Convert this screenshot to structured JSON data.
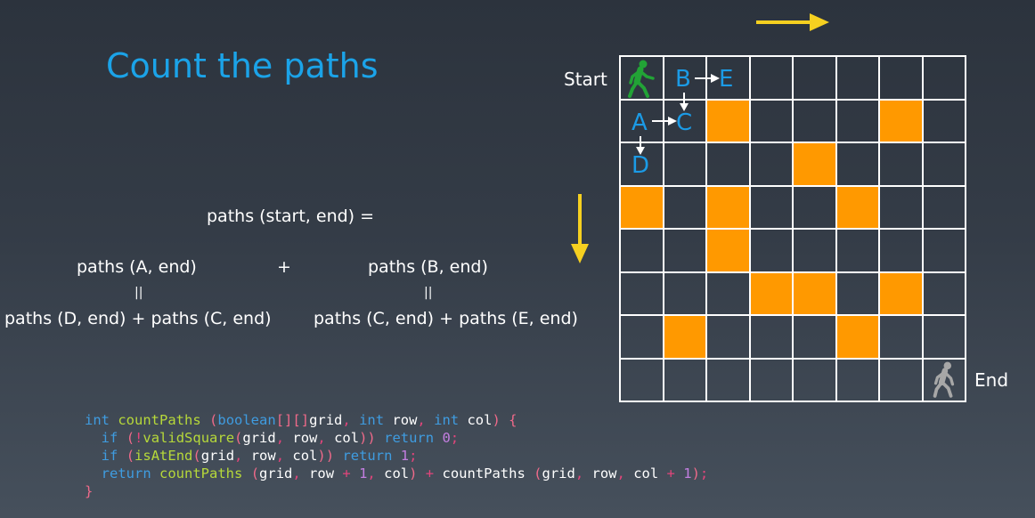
{
  "title": "Count the paths",
  "formulas": {
    "main": "paths (start, end) =",
    "left_top": "paths (A, end)",
    "plus": "+",
    "right_top": "paths (B, end)",
    "eq_sign": "||",
    "left_bottom": "paths (D, end) + paths (C, end)",
    "right_bottom": "paths (C, end) + paths (E, end)"
  },
  "grid": {
    "rows": 8,
    "cols": 8,
    "blocked": [
      [
        1,
        2
      ],
      [
        1,
        6
      ],
      [
        2,
        4
      ],
      [
        3,
        0
      ],
      [
        3,
        2
      ],
      [
        3,
        5
      ],
      [
        4,
        2
      ],
      [
        5,
        3
      ],
      [
        5,
        4
      ],
      [
        5,
        6
      ],
      [
        6,
        1
      ],
      [
        6,
        5
      ]
    ],
    "start_label": "Start",
    "end_label": "End",
    "labels": {
      "A": "A",
      "B": "B",
      "C": "C",
      "D": "D",
      "E": "E"
    }
  },
  "colors": {
    "blocked": "#ff9900",
    "accent": "#1ba3e8",
    "arrow": "#f6d020",
    "start_icon": "#22a336",
    "end_icon": "#a7a7a7"
  },
  "code": [
    "int countPaths (boolean[][]grid, int row, int col) {",
    "  if (!validSquare(grid, row, col)) return 0;",
    "  if (isAtEnd(grid, row, col)) return 1;",
    "  return countPaths (grid, row + 1, col) + countPaths (grid, row, col + 1);",
    "}"
  ]
}
